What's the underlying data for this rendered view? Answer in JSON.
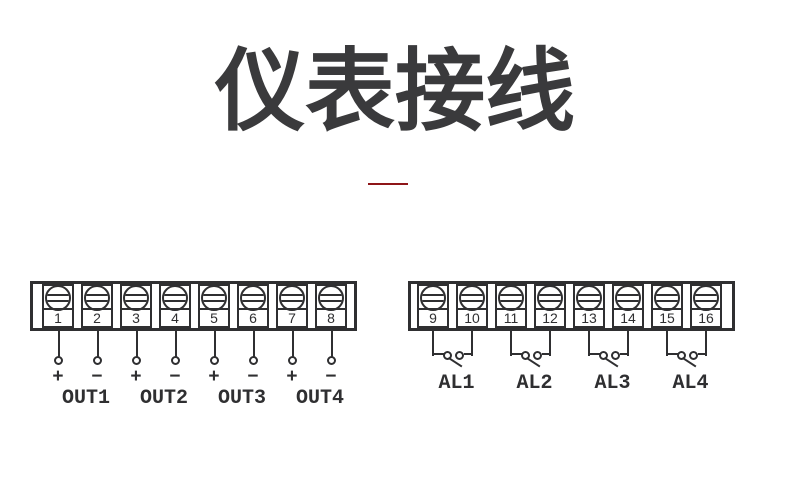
{
  "title": {
    "text": "仪表接线",
    "color": "#3a3a3c",
    "underline_color": "#8e1518"
  },
  "diagram": {
    "line_color": "#2f2f31",
    "background": "#ffffff"
  },
  "left_block": {
    "terminals": [
      "1",
      "2",
      "3",
      "4",
      "5",
      "6",
      "7",
      "8"
    ],
    "polarities": [
      "+",
      "−",
      "+",
      "−",
      "+",
      "−",
      "+",
      "−"
    ],
    "channels": [
      "OUT1",
      "OUT2",
      "OUT3",
      "OUT4"
    ]
  },
  "right_block": {
    "terminals": [
      "9",
      "10",
      "11",
      "12",
      "13",
      "14",
      "15",
      "16"
    ],
    "channels": [
      "AL1",
      "AL2",
      "AL3",
      "AL4"
    ]
  }
}
